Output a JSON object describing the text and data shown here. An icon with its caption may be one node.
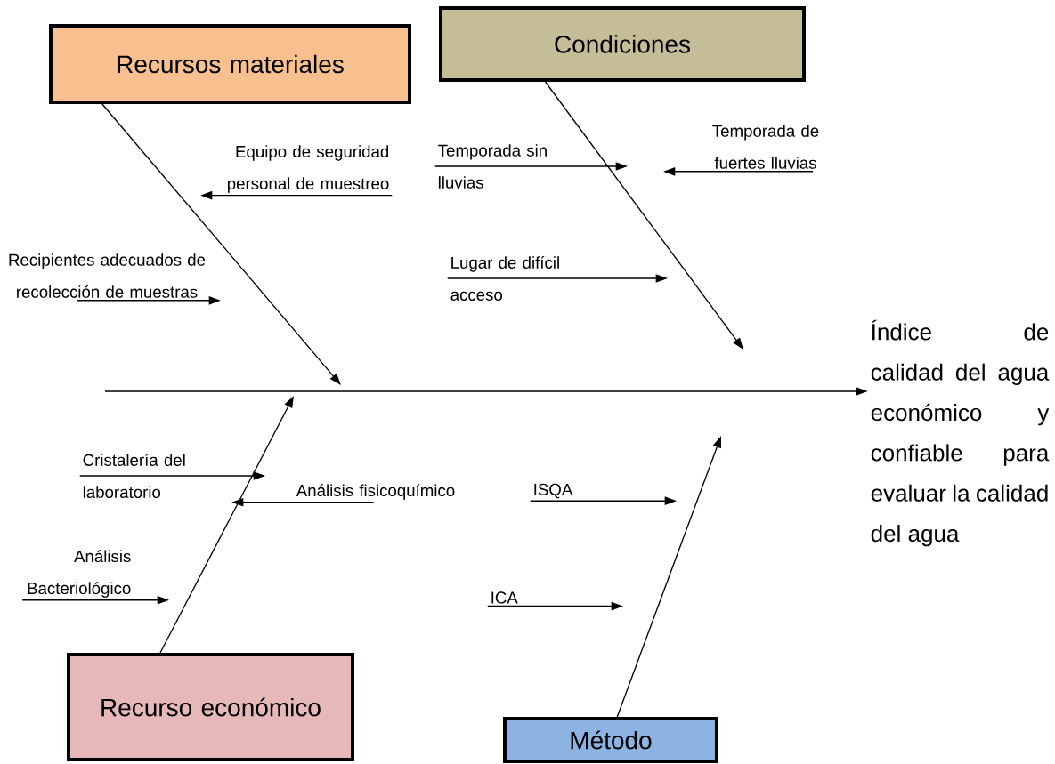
{
  "diagram": {
    "nodes": [
      {
        "text": [
          "Recursos materiales"
        ]
      },
      {
        "text": [
          "Condiciones"
        ]
      },
      {
        "text": [
          "Temporada de fuertes lluvias"
        ]
      },
      {
        "text": [
          "Equipo de seguridad personal de muestreo"
        ]
      },
      {
        "text": [
          "Temporada sin lluvias"
        ]
      },
      {
        "text": [
          "Recipientes adecuados de recolección de muestras"
        ]
      },
      {
        "text": [
          "Lugar de difícil acceso"
        ]
      },
      {
        "text": [
          "Índice de calidad del agua económico y confiable para evaluar la calidad del agua"
        ]
      },
      {
        "text": [
          "Cristalería del laboratorio"
        ]
      },
      {
        "text": [
          "Análisis fisicoquímico"
        ]
      },
      {
        "text": [
          "ISQA"
        ]
      },
      {
        "text": [
          "Análisis Bacteriológico"
        ]
      },
      {
        "text": [
          "ICA"
        ]
      },
      {
        "text": [
          "Recurso económico"
        ]
      },
      {
        "text": [
          "Método"
        ]
      }
    ],
    "edges": [
      {
        "from": 0,
        "to": null,
        "arrow": "to"
      },
      {
        "from": 1,
        "to": null,
        "arrow": "to"
      },
      {
        "from": 13,
        "to": null,
        "arrow": "to"
      },
      {
        "from": 14,
        "to": null,
        "arrow": "to"
      },
      {
        "from": null,
        "to": 7,
        "arrow": "to"
      },
      {
        "from": 2,
        "to": null,
        "arrow": "to"
      },
      {
        "from": 3,
        "to": null,
        "arrow": "to"
      },
      {
        "from": 4,
        "to": null,
        "arrow": "to"
      },
      {
        "from": 5,
        "to": null,
        "arrow": "to"
      },
      {
        "from": 6,
        "to": null,
        "arrow": "to"
      },
      {
        "from": 8,
        "to": null,
        "arrow": "to"
      },
      {
        "from": 9,
        "to": null,
        "arrow": "to"
      },
      {
        "from": 10,
        "to": null,
        "arrow": "to"
      },
      {
        "from": 11,
        "to": null,
        "arrow": "to"
      },
      {
        "from": 12,
        "to": null,
        "arrow": "to"
      }
    ]
  }
}
